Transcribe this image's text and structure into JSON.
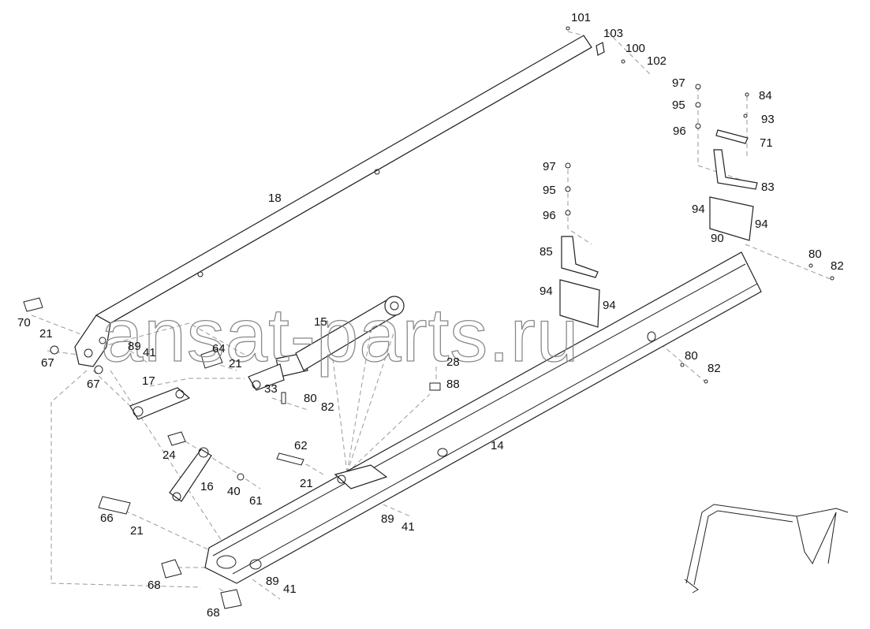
{
  "watermark": "ansat-parts.ru",
  "callouts": [
    {
      "id": "101",
      "text": "101"
    },
    {
      "id": "103",
      "text": "103"
    },
    {
      "id": "100",
      "text": "100"
    },
    {
      "id": "102",
      "text": "102"
    },
    {
      "id": "97a",
      "text": "97"
    },
    {
      "id": "84",
      "text": "84"
    },
    {
      "id": "95a",
      "text": "95"
    },
    {
      "id": "93",
      "text": "93"
    },
    {
      "id": "96a",
      "text": "96"
    },
    {
      "id": "71",
      "text": "71"
    },
    {
      "id": "83",
      "text": "83"
    },
    {
      "id": "97b",
      "text": "97"
    },
    {
      "id": "95b",
      "text": "95"
    },
    {
      "id": "96b",
      "text": "96"
    },
    {
      "id": "94a",
      "text": "94"
    },
    {
      "id": "94b",
      "text": "94"
    },
    {
      "id": "90",
      "text": "90"
    },
    {
      "id": "85",
      "text": "85"
    },
    {
      "id": "80a",
      "text": "80"
    },
    {
      "id": "82a",
      "text": "82"
    },
    {
      "id": "94c",
      "text": "94"
    },
    {
      "id": "94d",
      "text": "94"
    },
    {
      "id": "18",
      "text": "18"
    },
    {
      "id": "15",
      "text": "15"
    },
    {
      "id": "70",
      "text": "70"
    },
    {
      "id": "21a",
      "text": "21"
    },
    {
      "id": "67a",
      "text": "67"
    },
    {
      "id": "89a",
      "text": "89"
    },
    {
      "id": "41a",
      "text": "41"
    },
    {
      "id": "67b",
      "text": "67"
    },
    {
      "id": "64",
      "text": "64"
    },
    {
      "id": "21b",
      "text": "21"
    },
    {
      "id": "17",
      "text": "17"
    },
    {
      "id": "33",
      "text": "33"
    },
    {
      "id": "80b",
      "text": "80"
    },
    {
      "id": "82b",
      "text": "82"
    },
    {
      "id": "28",
      "text": "28"
    },
    {
      "id": "88",
      "text": "88"
    },
    {
      "id": "80c",
      "text": "80"
    },
    {
      "id": "82c",
      "text": "82"
    },
    {
      "id": "24",
      "text": "24"
    },
    {
      "id": "62",
      "text": "62"
    },
    {
      "id": "16",
      "text": "16"
    },
    {
      "id": "40",
      "text": "40"
    },
    {
      "id": "61",
      "text": "61"
    },
    {
      "id": "21c",
      "text": "21"
    },
    {
      "id": "14",
      "text": "14"
    },
    {
      "id": "66",
      "text": "66"
    },
    {
      "id": "21d",
      "text": "21"
    },
    {
      "id": "89b",
      "text": "89"
    },
    {
      "id": "41b",
      "text": "41"
    },
    {
      "id": "68a",
      "text": "68"
    },
    {
      "id": "89c",
      "text": "89"
    },
    {
      "id": "41c",
      "text": "41"
    },
    {
      "id": "68b",
      "text": "68"
    }
  ]
}
